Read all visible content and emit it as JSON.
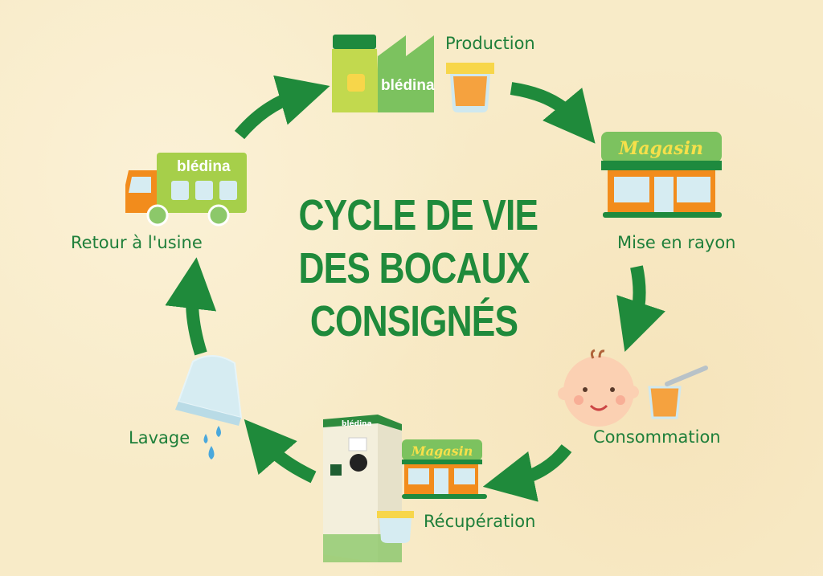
{
  "title": {
    "line1": "CYCLE DE VIE",
    "line2": "DES BOCAUX",
    "line3": "CONSIGNÉS"
  },
  "steps": [
    {
      "label": "Production",
      "icon": "factory-icon"
    },
    {
      "label": "Mise en rayon",
      "icon": "store-icon"
    },
    {
      "label": "Consommation",
      "icon": "baby-icon"
    },
    {
      "label": "Récupération",
      "icon": "collection-machine-icon"
    },
    {
      "label": "Lavage",
      "icon": "washing-jar-icon"
    },
    {
      "label": "Retour à l'usine",
      "icon": "truck-icon"
    }
  ],
  "brand": "blédina",
  "store_sign": "Magasin",
  "colors": {
    "arrow": "#1f8a3b",
    "label": "#1e7f3a",
    "background": "#f8ebc8"
  }
}
